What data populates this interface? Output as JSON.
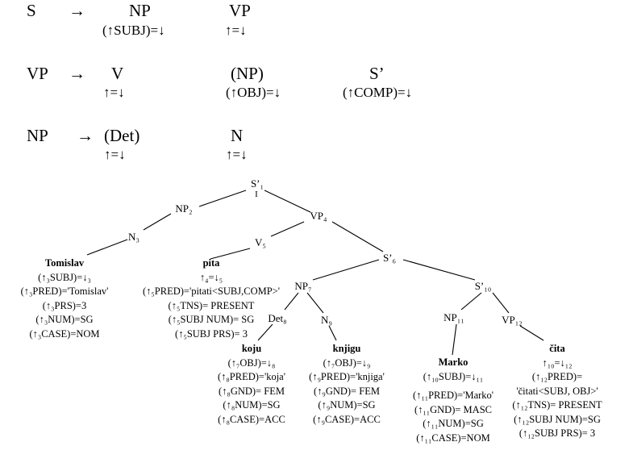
{
  "rules": {
    "r1": {
      "lhs": "S",
      "arrow": "→",
      "items": [
        {
          "cat": "NP",
          "annot": "(↑SUBJ)=↓"
        },
        {
          "cat": "VP",
          "annot": "↑=↓"
        }
      ]
    },
    "r2": {
      "lhs": "VP",
      "arrow": "→",
      "items": [
        {
          "cat": "V",
          "annot": "↑=↓"
        },
        {
          "cat": "(NP)",
          "annot": "(↑OBJ)=↓"
        },
        {
          "cat": "S’",
          "annot": "(↑COMP)=↓"
        }
      ]
    },
    "r3": {
      "lhs": "NP",
      "arrow": "→",
      "items": [
        {
          "cat": "(Det)",
          "annot": "↑=↓"
        },
        {
          "cat": "N",
          "annot": "↑=↓"
        }
      ]
    }
  },
  "tree": {
    "s1": {
      "label": "S’₁",
      "annot": "I"
    },
    "np2": "NP₂",
    "vp4": "VP₄",
    "n3": "N₃",
    "v5": "V₅",
    "s6": "S’₆",
    "np7": "NP₇",
    "s10": "S’₁₀",
    "det8": "Det₈",
    "n9": "N₉",
    "np11": "NP₁₁",
    "vp12": "VP₁₂"
  },
  "leaves": {
    "tomislav": {
      "word": "Tomislav",
      "lines": [
        "(↑₃SUBJ)=↓₃",
        "(↑₃PRED)='Tomislav'",
        "(↑₃PRS)=3",
        "(↑₃NUM)=SG",
        "(↑₃CASE)=NOM"
      ]
    },
    "pita": {
      "word": "pita",
      "lines": [
        "↑₄=↓₅",
        "(↑₅PRED)='pitati<SUBJ,COMP>'",
        "(↑₅TNS)= PRESENT",
        "(↑₅SUBJ NUM)= SG",
        "(↑₅SUBJ PRS)= 3"
      ]
    },
    "koju": {
      "word": "koju",
      "lines": [
        "(↑₇OBJ)=↓₈",
        "(↑₈PRED)='koja'",
        "(↑₈GND)= FEM",
        "(↑₈NUM)=SG",
        "(↑₈CASE)=ACC"
      ]
    },
    "knjigu": {
      "word": "knjigu",
      "lines": [
        "(↑₇OBJ)=↓₉",
        "(↑₉PRED)='knjiga'",
        "(↑₉GND)= FEM",
        "(↑₉NUM)=SG",
        "(↑₉CASE)=ACC"
      ]
    },
    "marko": {
      "word": "Marko",
      "lines": [
        "(↑₁₀SUBJ)=↓₁₁",
        "",
        "(↑₁₁PRED)='Marko'",
        "(↑₁₁GND)= MASC",
        "(↑₁₁NUM)=SG",
        "(↑₁₁CASE)=NOM"
      ]
    },
    "cita": {
      "word": "čita",
      "lines": [
        "↑₁₀=↓₁₂",
        "(↑₁₂PRED)=",
        "'čitati<SUBJ, OBJ>'",
        "(↑₁₂TNS)= PRESENT",
        "(↑₁₂SUBJ NUM)=SG",
        "(↑₁₂SUBJ PRS)= 3"
      ]
    }
  }
}
